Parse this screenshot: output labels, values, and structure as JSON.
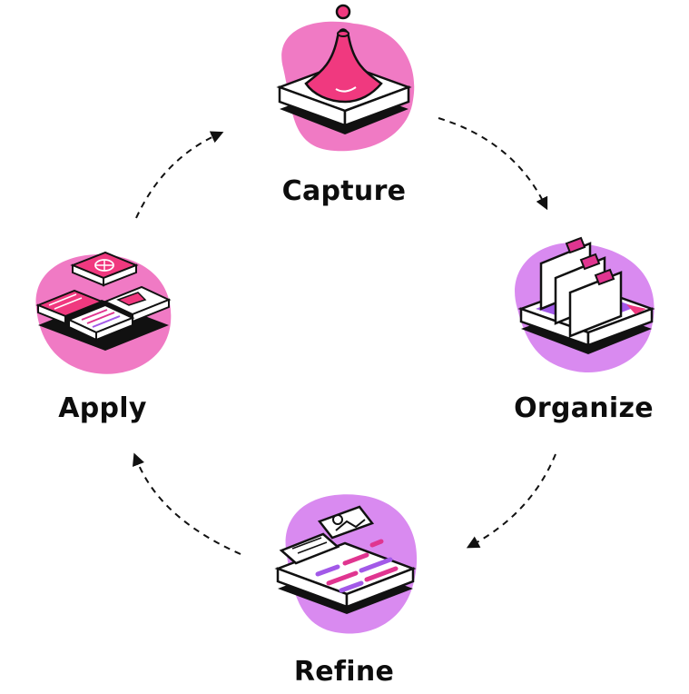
{
  "steps": [
    {
      "id": "capture",
      "label": "Capture",
      "icon": "funnel-drop-icon",
      "blob_color": "#f07ac4"
    },
    {
      "id": "organize",
      "label": "Organize",
      "icon": "folder-tray-icon",
      "blob_color": "#d98af0"
    },
    {
      "id": "refine",
      "label": "Refine",
      "icon": "document-stack-icon",
      "blob_color": "#d98af0"
    },
    {
      "id": "apply",
      "label": "Apply",
      "icon": "tiles-grid-icon",
      "blob_color": "#f07ac4"
    }
  ],
  "colors": {
    "pink": "#f0397f",
    "magenta": "#e03590",
    "purple": "#a259e8",
    "ink": "#111111"
  },
  "cycle_direction": "clockwise"
}
